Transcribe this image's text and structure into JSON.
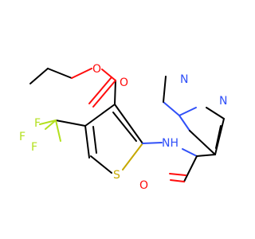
{
  "molecule": {
    "atoms": {
      "o_carbonyl": {
        "label": "O",
        "color": "#ff0d0d"
      },
      "o_ester": {
        "label": "O",
        "color": "#ff0d0d"
      },
      "f1": {
        "label": "F",
        "color": "#b3e01f"
      },
      "f2": {
        "label": "F",
        "color": "#b3e01f"
      },
      "f3": {
        "label": "F",
        "color": "#b3e01f"
      },
      "s_ring": {
        "label": "S",
        "color": "#c6a800"
      },
      "nh": {
        "label": "NH",
        "color": "#3050f8"
      },
      "n_methyl": {
        "label": "N",
        "color": "#3050f8"
      },
      "n_ring": {
        "label": "N",
        "color": "#3050f8"
      },
      "o_amide": {
        "label": "O",
        "color": "#ff0d0d"
      }
    }
  }
}
